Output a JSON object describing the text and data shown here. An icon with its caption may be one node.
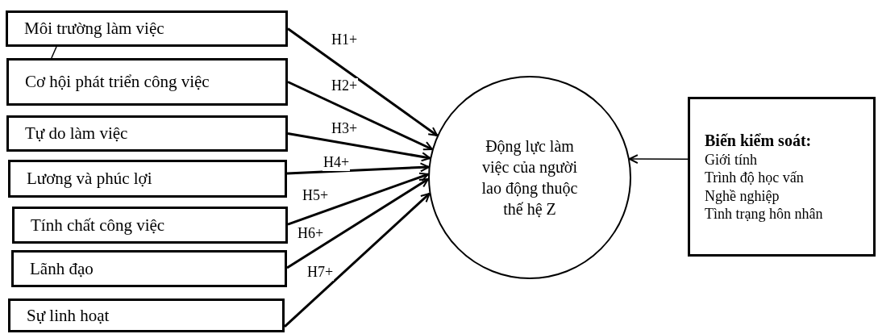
{
  "diagram": {
    "nodes": [
      {
        "text": [
          "Môi trường làm việc"
        ]
      },
      {
        "text": [
          "Cơ hội phát triển công việc"
        ]
      },
      {
        "text": [
          "Tự do làm việc"
        ]
      },
      {
        "text": [
          "Lương và phúc lợi"
        ]
      },
      {
        "text": [
          "Tính chất công việc"
        ]
      },
      {
        "text": [
          "Lãnh đạo"
        ]
      },
      {
        "text": [
          "Sự linh hoạt"
        ]
      },
      {
        "text": [
          "Động lực làm việc của người lao động thuộc thế hệ Z"
        ]
      },
      {
        "text": [
          "Biến kiểm soát:",
          "Giới tính",
          "Trình độ học vấn",
          "Nghề nghiệp",
          "Tình trạng hôn nhân"
        ]
      }
    ],
    "edges": [
      {
        "from": 0,
        "to": 7,
        "arrow": "to",
        "label": "H1+"
      },
      {
        "from": 1,
        "to": 7,
        "arrow": "to",
        "label": "H2+"
      },
      {
        "from": 2,
        "to": 7,
        "arrow": "to",
        "label": "H3+"
      },
      {
        "from": 3,
        "to": 7,
        "arrow": "to",
        "label": "H4+"
      },
      {
        "from": 4,
        "to": 7,
        "arrow": "to",
        "label": "H5+"
      },
      {
        "from": 5,
        "to": 7,
        "arrow": "to",
        "label": "H6+"
      },
      {
        "from": 6,
        "to": 7,
        "arrow": "to",
        "label": "H7+"
      },
      {
        "from": 8,
        "to": 7,
        "arrow": "to"
      },
      {
        "from": 0,
        "to": 1,
        "arrow": "none"
      }
    ]
  }
}
